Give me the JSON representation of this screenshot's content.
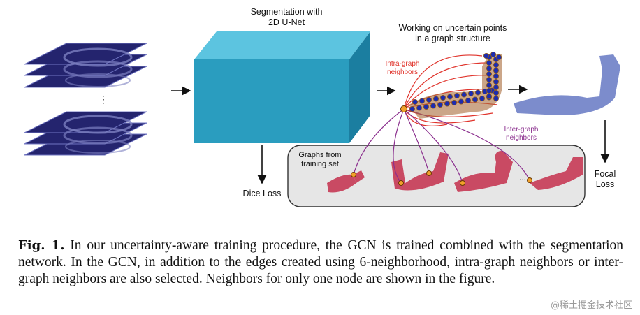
{
  "figure": {
    "segmentation_title_line1": "Segmentation with",
    "segmentation_title_line2": "2D U-Net",
    "working_title_line1": "Working on uncertain points",
    "working_title_line2": "in a graph structure",
    "intra_label_line1": "Intra-graph",
    "intra_label_line2": "neighbors",
    "inter_label_line1": "Inter-graph",
    "inter_label_line2": "neighbors",
    "graphs_label_line1": "Graphs from",
    "graphs_label_line2": "training set",
    "ellipsis_top": "⋮",
    "ellipsis_graphs": "...",
    "dice_loss": "Dice Loss",
    "focal_loss_line1": "Focal",
    "focal_loss_line2": "Loss"
  },
  "caption": {
    "prefix": "Fig. 1.",
    "text": "In our uncertainty-aware training procedure, the GCN is trained combined with the segmentation network. In the GCN, in addition to the edges created using 6-neighborhood, intra-graph neighbors or inter-graph neighbors are also selected. Neighbors for only one node are shown in the figure."
  },
  "watermark": "@稀土掘金技术社区",
  "colors": {
    "slice": "#24246e",
    "unet_front": "#2a9dbf",
    "intra": "#e0342c",
    "inter": "#8b2f8e",
    "graph_red": "#c63a55",
    "graph_blue": "#6e7fc6",
    "node": "#1c2bb0",
    "node_edge": "#8a5a1e",
    "node_hl": "#f2a12a"
  }
}
